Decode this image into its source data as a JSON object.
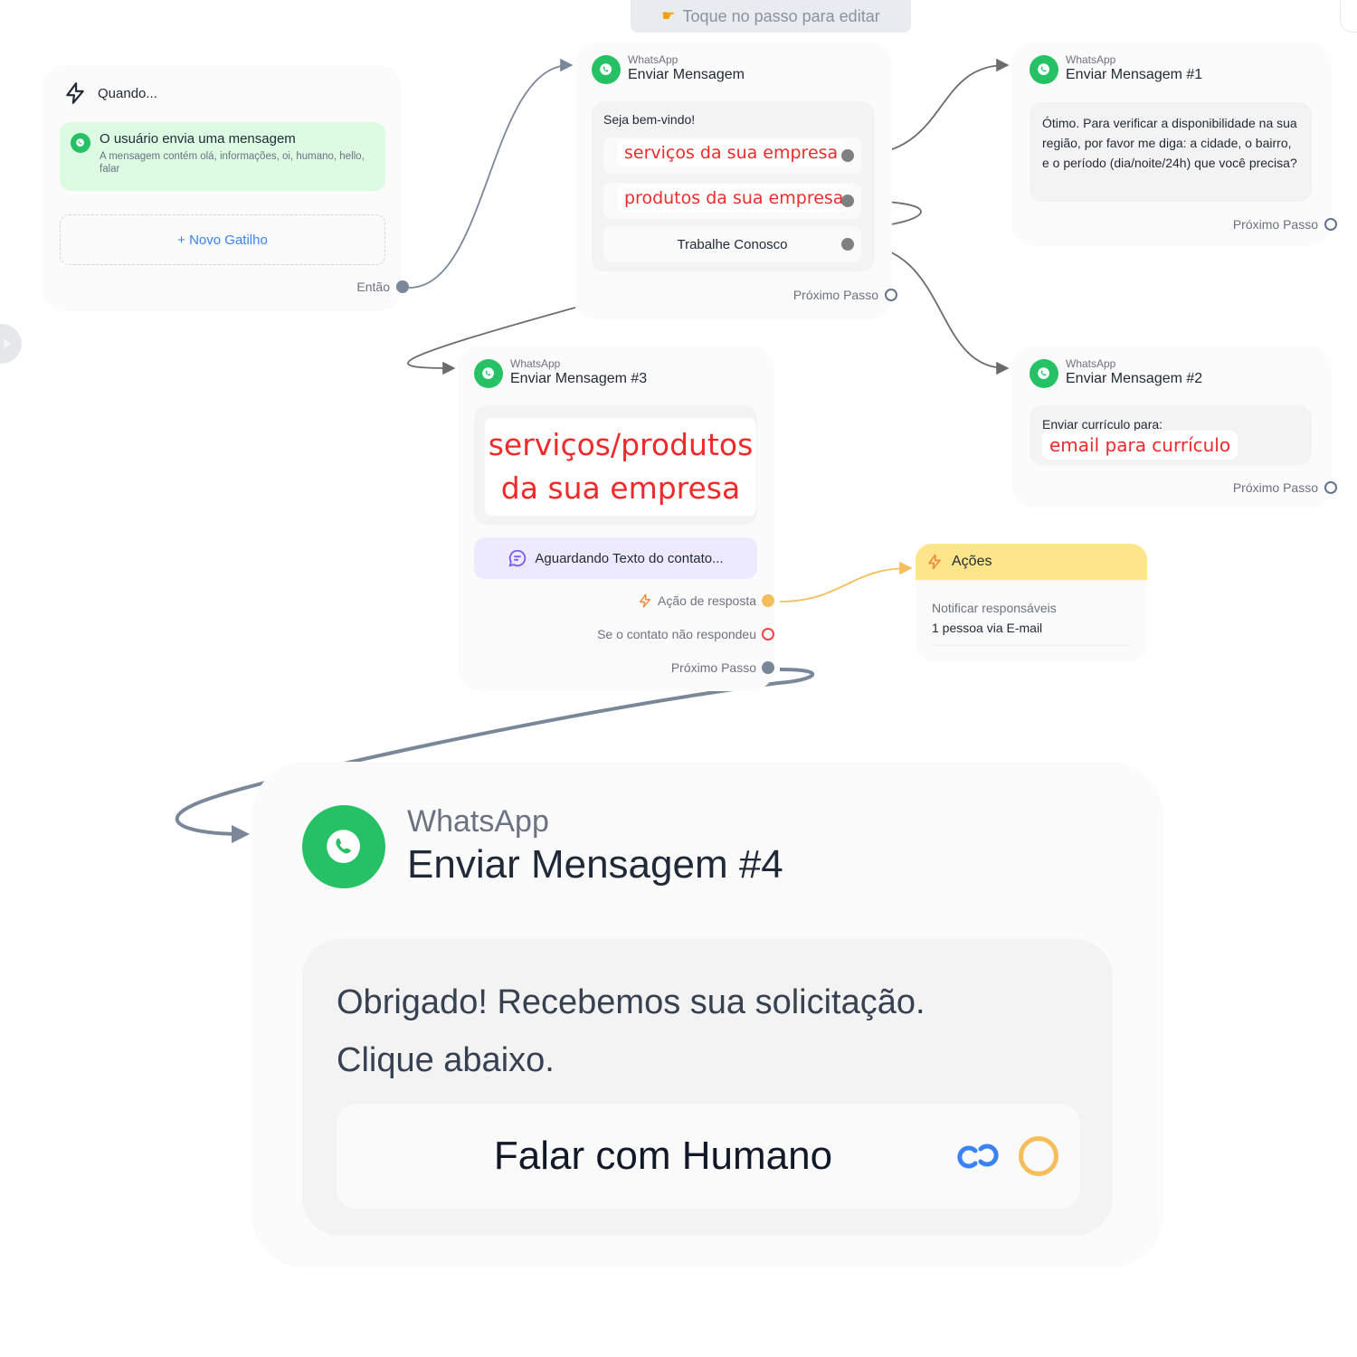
{
  "hint": {
    "icon": "pointing-hand-icon",
    "text": "Toque no passo para editar"
  },
  "trigger": {
    "header": "Quando...",
    "header_icon": "lightning-icon",
    "item": {
      "title": "O usuário envia uma mensagem",
      "description": "A mensagem contém olá, informações, oi, humano, hello, falar"
    },
    "add_button": "+ Novo Gatilho",
    "output_label": "Então"
  },
  "steps": {
    "main": {
      "channel": "WhatsApp",
      "title": "Enviar Mensagem",
      "greeting": "Seja bem-vindo!",
      "buttons": [
        {
          "label": "serviços da sua empresa",
          "placeholder": true
        },
        {
          "label": "produtos da sua empresa",
          "placeholder": true
        },
        {
          "label": "Trabalhe Conosco",
          "placeholder": false
        }
      ],
      "next_label": "Próximo Passo"
    },
    "msg1": {
      "channel": "WhatsApp",
      "title": "Enviar Mensagem #1",
      "text": "Ótimo. Para verificar a disponibilidade na sua região, por favor me diga: a cidade, o bairro, e o período (dia/noite/24h) que você precisa?",
      "next_label": "Próximo Passo"
    },
    "msg2": {
      "channel": "WhatsApp",
      "title": "Enviar Mensagem #2",
      "text": "Enviar currículo para:",
      "placeholder": "email para currículo",
      "next_label": "Próximo Passo"
    },
    "msg3": {
      "channel": "WhatsApp",
      "title": "Enviar Mensagem #3",
      "placeholder_line1": "serviços/produtos",
      "placeholder_line2": "da sua empresa",
      "waiting": "Aguardando Texto do contato...",
      "outputs": {
        "reply_action": "Ação de resposta",
        "no_reply": "Se o contato não respondeu",
        "next": "Próximo Passo"
      }
    },
    "msg4": {
      "channel": "WhatsApp",
      "title": "Enviar Mensagem #4",
      "text_line1": "Obrigado! Recebemos sua solicitação.",
      "text_line2": "Clique abaixo.",
      "button": "Falar com Humano"
    }
  },
  "actions": {
    "header": "Ações",
    "label": "Notificar responsáveis",
    "value": "1 pessoa via E-mail"
  },
  "colors": {
    "whatsapp": "#25c164",
    "trigger_bg": "#dbfbe3",
    "actions_header": "#fde68a",
    "waiting_bg": "#ede9fe",
    "placeholder_red": "#f02a2a",
    "link_blue": "#3b82f6",
    "amber": "#f6bd5b",
    "connector": "#7a8799"
  }
}
